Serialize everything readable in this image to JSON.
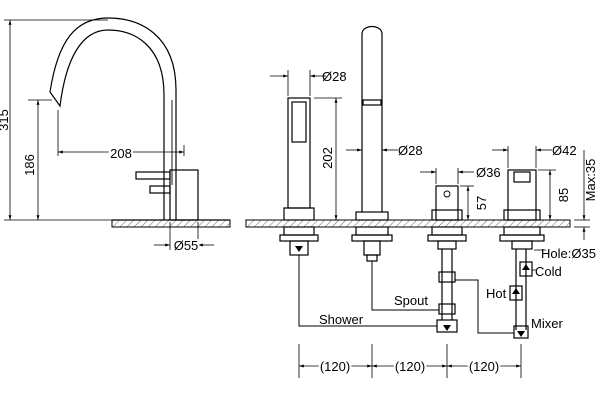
{
  "dimensions": {
    "height_total": "315",
    "spout_height": "186",
    "reach": "208",
    "base_dia": "Ø55",
    "handshower_dia": "Ø28",
    "handshower_height": "202",
    "spout_dia": "Ø28",
    "valve_dia": "Ø36",
    "valve_height": "57",
    "mixer_dia": "Ø42",
    "mixer_height": "85",
    "deck_max": "Max:35",
    "hole": "Hole:Ø35",
    "spacing_1": "(120)",
    "spacing_2": "(120)",
    "spacing_3": "(120)"
  },
  "labels": {
    "shower": "Shower",
    "spout": "Spout",
    "hot": "Hot",
    "cold": "Cold",
    "mixer": "Mixer"
  },
  "icons": {
    "arrow": "up-arrow-icon"
  }
}
